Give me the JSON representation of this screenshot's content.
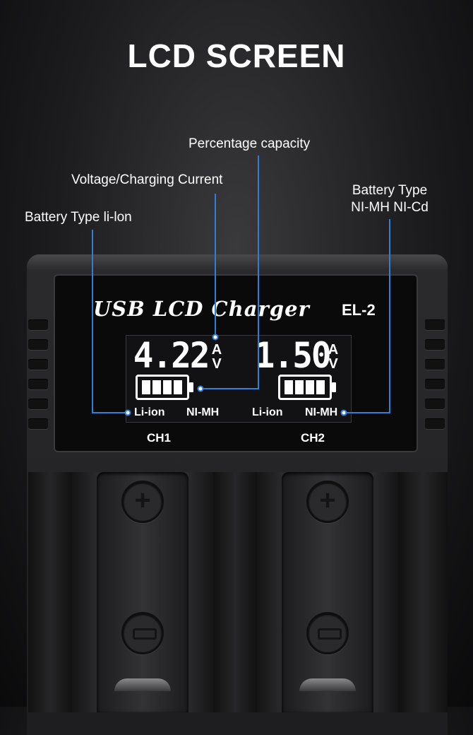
{
  "heading": "LCD SCREEN",
  "callouts": {
    "percentage": "Percentage capacity",
    "voltage": "Voltage/Charging Current",
    "liion": "Battery Type li-lon",
    "nimh_line1": "Battery Type",
    "nimh_line2": "NI-MH NI-Cd"
  },
  "lcd": {
    "brand": "USB LCD Charger",
    "model": "EL-2",
    "ch1": {
      "reading": "4.22",
      "unit_top": "A",
      "unit_bottom": "V",
      "type_left": "Li-ion",
      "type_right": "NI-MH",
      "label": "CH1"
    },
    "ch2": {
      "reading": "1.50",
      "unit_top": "A",
      "unit_bottom": "V",
      "type_left": "Li-ion",
      "type_right": "NI-MH",
      "label": "CH2"
    }
  },
  "colors": {
    "callout_line": "#2f7fd8",
    "background": "#1c1c1e"
  }
}
